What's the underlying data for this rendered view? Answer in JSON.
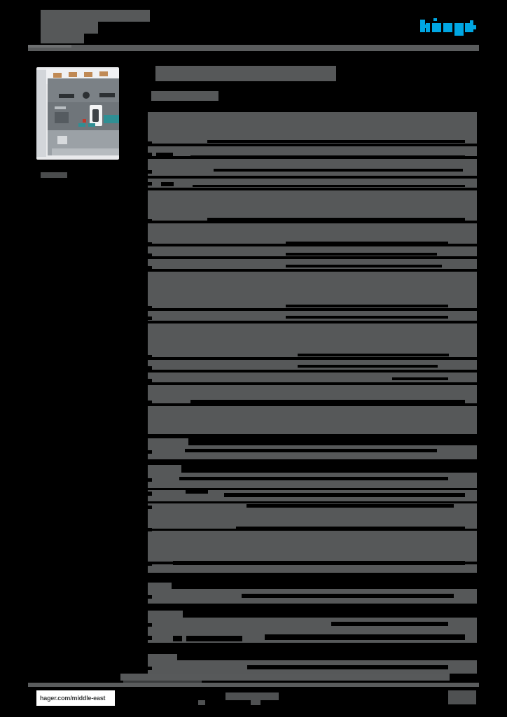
{
  "document": {
    "kind": "product-datasheet-page",
    "page_background": "#000000",
    "redaction_color": "#565859",
    "brand_color": "#00a6e2"
  },
  "header": {
    "title_line1": "",
    "title_line2": "",
    "title_line3": "",
    "logo_name": "hager-logo",
    "logo_color": "#00a6e2"
  },
  "product": {
    "image_name": "moulded-case-circuit-breaker-photo",
    "caption": ""
  },
  "main": {
    "title": "",
    "subtitle": ""
  },
  "sections": [
    {
      "name": "section-1",
      "rows": [
        {
          "label": "",
          "value": ""
        },
        {
          "label": "",
          "value": ""
        },
        {
          "label": "",
          "value": ""
        },
        {
          "label": "",
          "value": ""
        }
      ]
    },
    {
      "name": "section-2",
      "rows": [
        {
          "label": "",
          "value": ""
        },
        {
          "label": "",
          "value": ""
        },
        {
          "label": "",
          "value": ""
        },
        {
          "label": "",
          "value": ""
        },
        {
          "label": "",
          "value": ""
        },
        {
          "label": "",
          "value": ""
        },
        {
          "label": "",
          "value": ""
        },
        {
          "label": "",
          "value": ""
        }
      ]
    },
    {
      "name": "section-3",
      "rows": [
        {
          "label": "",
          "value": ""
        }
      ]
    },
    {
      "name": "section-4",
      "rows": [
        {
          "label": "",
          "value": ""
        },
        {
          "label": "",
          "value": ""
        },
        {
          "label": "",
          "value": ""
        },
        {
          "label": "",
          "value": ""
        },
        {
          "label": "",
          "value": ""
        }
      ]
    },
    {
      "name": "section-5",
      "rows": [
        {
          "label": "",
          "value": ""
        }
      ]
    },
    {
      "name": "section-6",
      "rows": [
        {
          "label": "",
          "value": ""
        },
        {
          "label": "",
          "value": ""
        }
      ]
    },
    {
      "name": "section-7",
      "rows": [
        {
          "label": "",
          "value": ""
        }
      ]
    }
  ],
  "footer": {
    "website_badge": "hager.com/middle-east",
    "center_note": "",
    "page_number": ""
  }
}
